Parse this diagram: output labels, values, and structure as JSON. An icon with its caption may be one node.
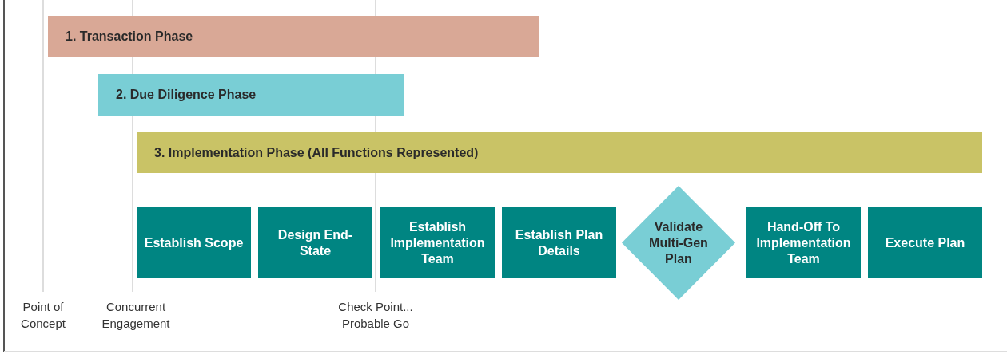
{
  "diagram": {
    "nodes": [
      {
        "text": [
          "1. Transaction Phase"
        ]
      },
      {
        "text": [
          "2. Due Diligence Phase"
        ]
      },
      {
        "text": [
          "3. Implementation Phase (All Functions Represented)"
        ]
      },
      {
        "text": [
          "Establish Scope"
        ]
      },
      {
        "text": [
          "Design End-State"
        ]
      },
      {
        "text": [
          "Establish Implementation Team"
        ]
      },
      {
        "text": [
          "Establish Plan Details"
        ]
      },
      {
        "text": [
          "Validate Multi-Gen Plan"
        ]
      },
      {
        "text": [
          "Hand-Off To Implementation Team"
        ]
      },
      {
        "text": [
          "Execute Plan"
        ]
      }
    ],
    "labels": [
      "Point of Concept",
      "Concurrent Engagement",
      "Check Point... Probable Go"
    ]
  }
}
